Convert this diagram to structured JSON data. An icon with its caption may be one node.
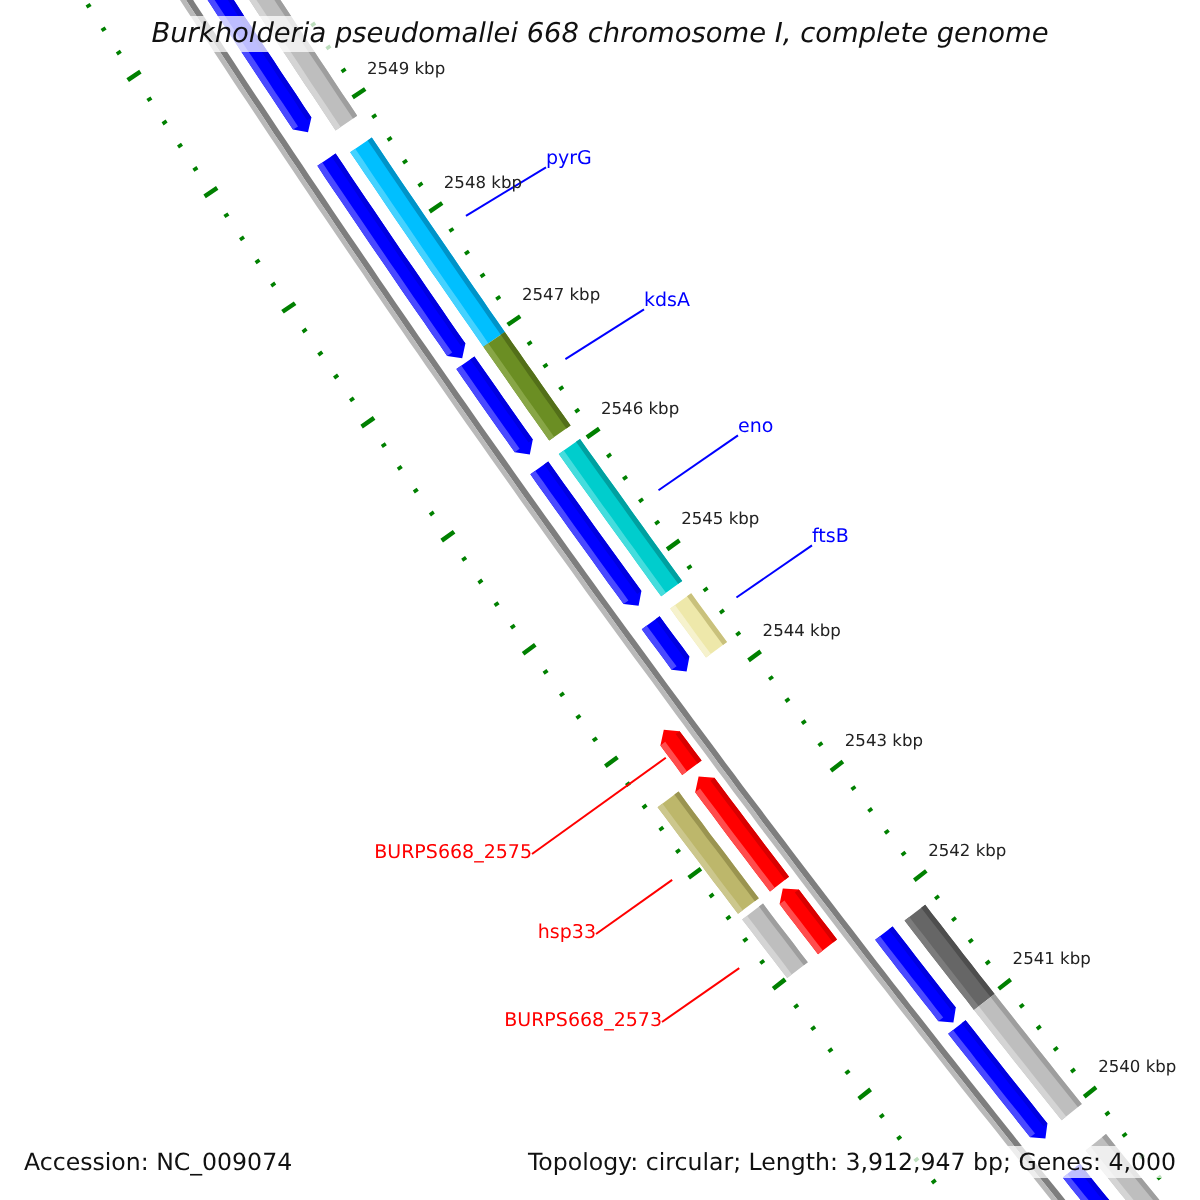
{
  "diagram": {
    "title": "Burkholderia pseudomallei 668 chromosome I, complete genome",
    "nodes": [
      {
        "text": [],
        "shape": "bar"
      },
      {
        "text": [],
        "shape": "arrow"
      },
      {
        "text": [
          "pyrG"
        ]
      },
      {
        "text": [],
        "shape": "bar"
      },
      {
        "text": [],
        "shape": "arrow"
      },
      {
        "text": [
          "kdsA"
        ]
      },
      {
        "text": [],
        "shape": "bar"
      },
      {
        "text": [],
        "shape": "arrow"
      },
      {
        "text": [
          "eno"
        ]
      },
      {
        "text": [],
        "shape": "bar"
      },
      {
        "text": [],
        "shape": "arrow"
      },
      {
        "text": [
          "ftsB"
        ]
      },
      {
        "text": [],
        "shape": "bar"
      },
      {
        "text": [],
        "shape": "arrow"
      },
      {
        "text": [],
        "shape": "arrow"
      },
      {
        "text": [
          "BURPS668_2575"
        ]
      },
      {
        "text": [],
        "shape": "bar"
      },
      {
        "text": [],
        "shape": "arrow"
      },
      {
        "text": [
          "hsp33"
        ]
      },
      {
        "text": [],
        "shape": "bar"
      },
      {
        "text": [],
        "shape": "arrow"
      },
      {
        "text": [],
        "shape": "bar"
      },
      {
        "text": [],
        "shape": "arrow"
      },
      {
        "text": [
          "BURPS668_2573"
        ]
      },
      {
        "text": [],
        "shape": "bar"
      },
      {
        "text": [],
        "shape": "arrow"
      },
      {
        "text": [],
        "shape": "bar"
      },
      {
        "text": [],
        "shape": "arrow"
      }
    ],
    "edges": [
      {
        "from": 2,
        "to": 3,
        "arrow": "none"
      },
      {
        "from": 5,
        "to": 6,
        "arrow": "none"
      },
      {
        "from": 8,
        "to": 9,
        "arrow": "none"
      },
      {
        "from": 11,
        "to": 12,
        "arrow": "none"
      },
      {
        "from": 15,
        "to": 14,
        "arrow": "none",
        "color": "#ff0000"
      },
      {
        "from": 18,
        "to": 16,
        "arrow": "none",
        "color": "#ff0000"
      },
      {
        "from": 23,
        "to": 19,
        "arrow": "none",
        "color": "#ff0000"
      }
    ],
    "labels": [
      "2549 kbp",
      "2548 kbp",
      "2547 kbp",
      "2546 kbp",
      "2545 kbp",
      "2544 kbp",
      "2543 kbp",
      "2542 kbp",
      "2541 kbp",
      "2540 kbp",
      "Accession: NC_009074",
      "Topology: circular; Length: 3,912,947 bp; Genes: 4,000"
    ]
  }
}
